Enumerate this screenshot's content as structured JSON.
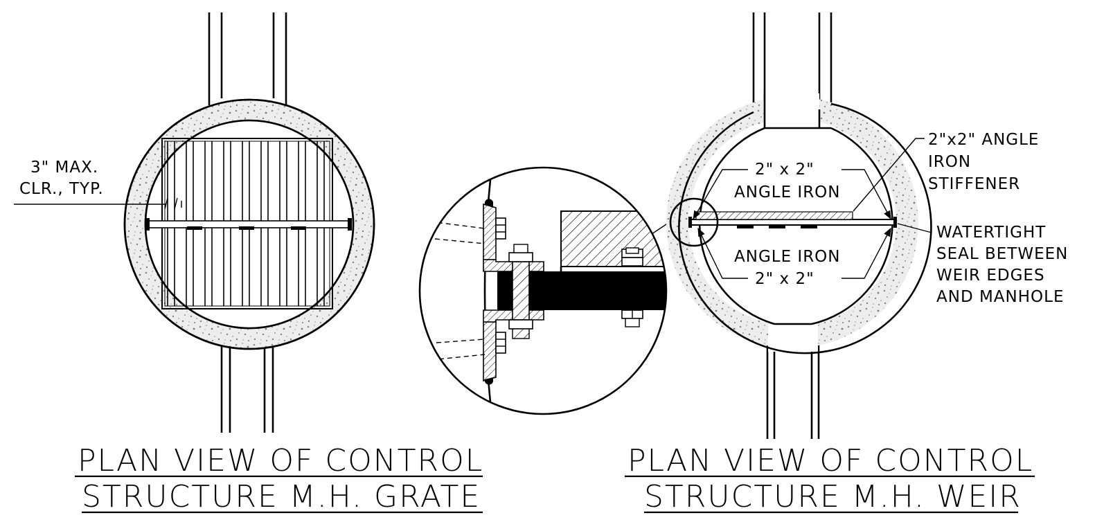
{
  "grate_view": {
    "title_line1": "PLAN VIEW OF CONTROL",
    "title_line2": "STRUCTURE M.H. GRATE",
    "note_line1": "3\" MAX.",
    "note_line2": "CLR., TYP."
  },
  "weir_view": {
    "title_line1": "PLAN VIEW OF CONTROL",
    "title_line2": "STRUCTURE M.H. WEIR",
    "stiffener_line1": "2\"x2\" ANGLE",
    "stiffener_line2": "IRON",
    "stiffener_line3": "STIFFENER",
    "angle_top_size": "2\" x 2\"",
    "angle_top_label": "ANGLE IRON",
    "angle_bottom_label": "ANGLE IRON",
    "angle_bottom_size": "2\" x 2\"",
    "seal_line1": "WATERTIGHT",
    "seal_line2": "SEAL BETWEEN",
    "seal_line3": "WEIR EDGES",
    "seal_line4": "AND MANHOLE"
  },
  "colors": {
    "line": "#000000",
    "concrete_fill": "#ececec",
    "speckle": "#8a8a8a",
    "plate_fill": "#000000"
  }
}
